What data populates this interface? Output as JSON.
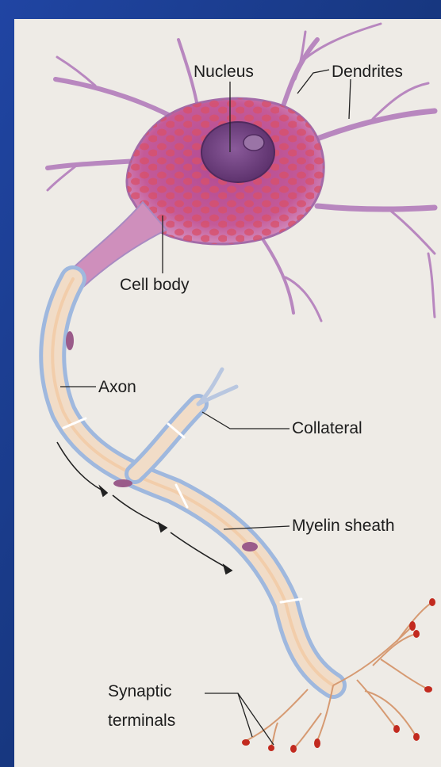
{
  "diagram": {
    "labels": {
      "nucleus": "Nucleus",
      "dendrites": "Dendrites",
      "cell_body": "Cell body",
      "axon": "Axon",
      "collateral": "Collateral",
      "myelin_sheath": "Myelin sheath",
      "synaptic_line1": "Synaptic",
      "synaptic_line2": "terminals"
    }
  },
  "colors": {
    "background": "#1b3c92",
    "panel": "#eeeae4",
    "membrane": "#b06aa4",
    "cytoplasm": "#c25590",
    "nucleus": "#6d3f7a",
    "granules": "#d5506a",
    "axon_core": "#f4d6b8",
    "myelin": "#a8bfe0",
    "terminals": "#c22a1f"
  }
}
